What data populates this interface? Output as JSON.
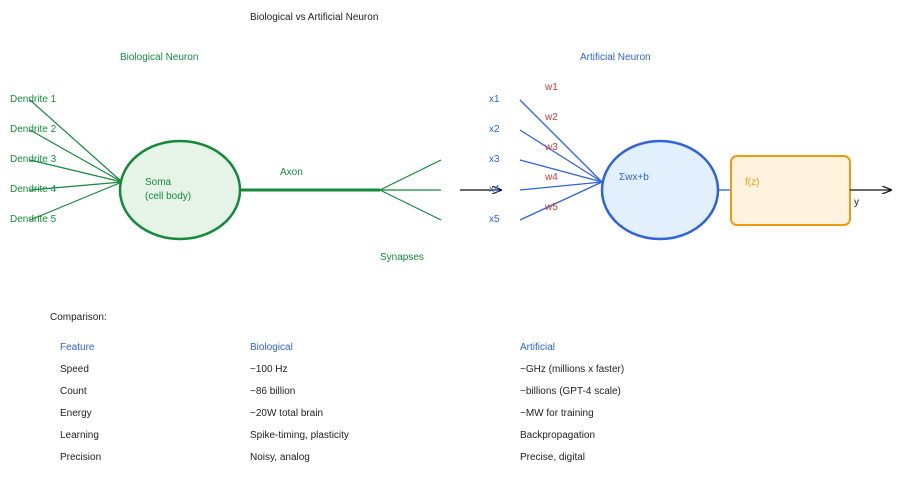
{
  "title": "Biological vs Artificial Neuron",
  "biological": {
    "heading": "Biological Neuron",
    "dendrites": [
      "Dendrite 1",
      "Dendrite 2",
      "Dendrite 3",
      "Dendrite 4",
      "Dendrite 5"
    ],
    "soma_line1": "Soma",
    "soma_line2": "(cell body)",
    "axon": "Axon",
    "synapses": "Synapses"
  },
  "artificial": {
    "heading": "Artificial Neuron",
    "inputs": [
      "x1",
      "x2",
      "x3",
      "x4",
      "x5"
    ],
    "weights": [
      "w1",
      "w2",
      "w3",
      "w4",
      "w5"
    ],
    "sum_label": "Σwx+b",
    "activation": "f(z)",
    "output": "y"
  },
  "comparison": {
    "heading": "Comparison:",
    "headers": [
      "Feature",
      "Biological",
      "Artificial"
    ],
    "rows": [
      [
        "Speed",
        "~100 Hz",
        "~GHz (millions x faster)"
      ],
      [
        "Count",
        "~86 billion",
        "~billions (GPT-4 scale)"
      ],
      [
        "Energy",
        "~20W total brain",
        "~MW for training"
      ],
      [
        "Learning",
        "Spike-timing, plasticity",
        "Backpropagation"
      ],
      [
        "Precision",
        "Noisy, analog",
        "Precise, digital"
      ]
    ]
  },
  "colors": {
    "bio": "#138a3a",
    "bio_fill": "#e5f4e6",
    "art": "#2f62e0",
    "art_fill": "#e2effc",
    "weight": "#d23a3a",
    "activation": "#f29a0b",
    "activation_fill": "#fff3e0"
  }
}
